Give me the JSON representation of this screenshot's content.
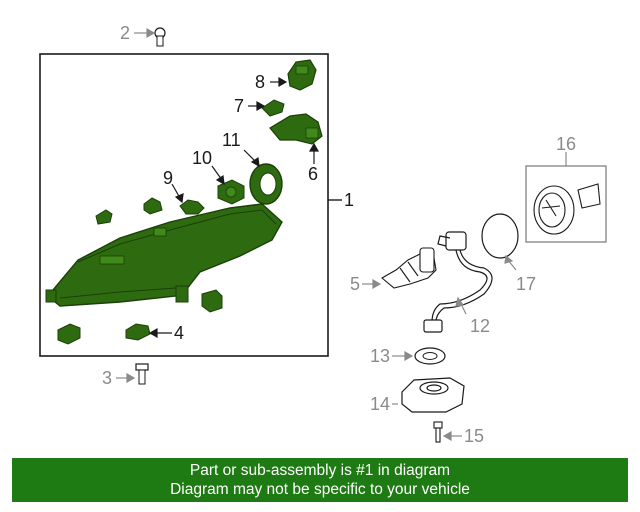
{
  "callouts": {
    "c1": "1",
    "c2": "2",
    "c3": "3",
    "c4": "4",
    "c5": "5",
    "c6": "6",
    "c7": "7",
    "c8": "8",
    "c9": "9",
    "c10": "10",
    "c11": "11",
    "c12": "12",
    "c13": "13",
    "c14": "14",
    "c15": "15",
    "c16": "16",
    "c17": "17"
  },
  "colors": {
    "highlight_fill": "#2e6b10",
    "highlight_dark": "#1b3f08",
    "banner_bg": "#1e7a12",
    "unhighlighted_line": "#8a8a8a"
  },
  "banner": {
    "line1": "Part or sub-assembly is #1 in diagram",
    "line2": "Diagram may not be specific to your vehicle"
  }
}
